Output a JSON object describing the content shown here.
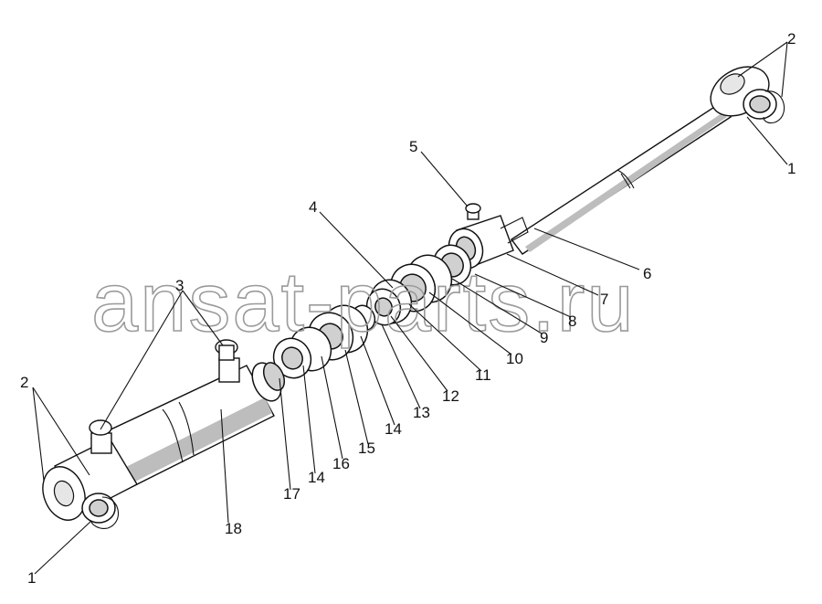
{
  "watermark": "ansat-parts.ru",
  "callouts": [
    {
      "id": "c2-right",
      "text": "2"
    },
    {
      "id": "c1-right",
      "text": "1"
    },
    {
      "id": "c5",
      "text": "5"
    },
    {
      "id": "c4",
      "text": "4"
    },
    {
      "id": "c6",
      "text": "6"
    },
    {
      "id": "c7",
      "text": "7"
    },
    {
      "id": "c8",
      "text": "8"
    },
    {
      "id": "c9",
      "text": "9"
    },
    {
      "id": "c10",
      "text": "10"
    },
    {
      "id": "c11",
      "text": "11"
    },
    {
      "id": "c12",
      "text": "12"
    },
    {
      "id": "c13",
      "text": "13"
    },
    {
      "id": "c14a",
      "text": "14"
    },
    {
      "id": "c15",
      "text": "15"
    },
    {
      "id": "c16",
      "text": "16"
    },
    {
      "id": "c14b",
      "text": "14"
    },
    {
      "id": "c17",
      "text": "17"
    },
    {
      "id": "c18",
      "text": "18"
    },
    {
      "id": "c3",
      "text": "3"
    },
    {
      "id": "c2-left",
      "text": "2"
    },
    {
      "id": "c1-left",
      "text": "1"
    }
  ]
}
